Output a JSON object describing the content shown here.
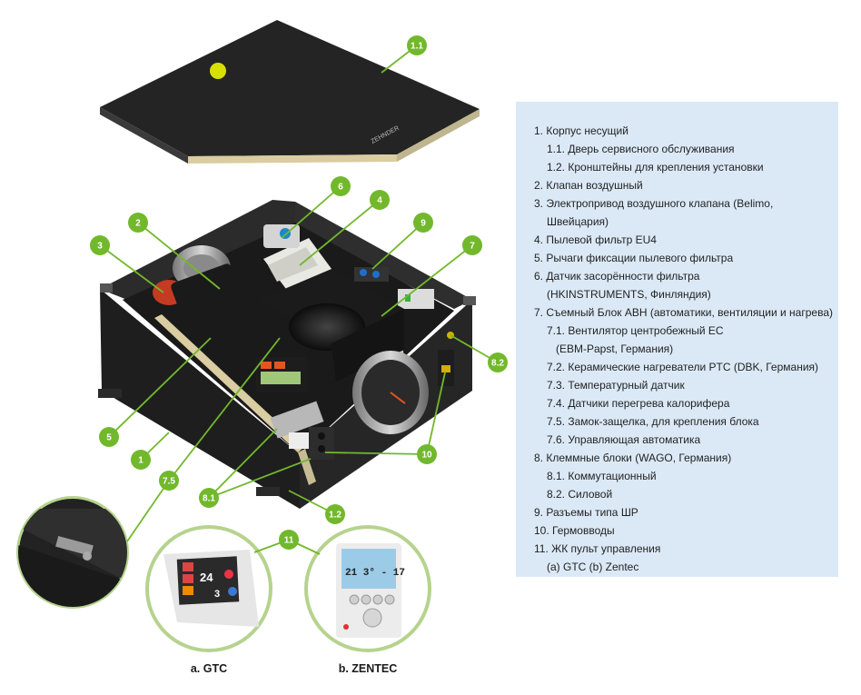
{
  "callouts": [
    {
      "id": "c11a",
      "label": "1.1"
    },
    {
      "id": "c6",
      "label": "6"
    },
    {
      "id": "c4",
      "label": "4"
    },
    {
      "id": "c2",
      "label": "2"
    },
    {
      "id": "c9",
      "label": "9"
    },
    {
      "id": "c3",
      "label": "3"
    },
    {
      "id": "c7",
      "label": "7"
    },
    {
      "id": "c82",
      "label": "8.2"
    },
    {
      "id": "c5",
      "label": "5"
    },
    {
      "id": "c1",
      "label": "1"
    },
    {
      "id": "c10",
      "label": "10"
    },
    {
      "id": "c75",
      "label": "7.5"
    },
    {
      "id": "c81",
      "label": "8.1"
    },
    {
      "id": "c12",
      "label": "1.2"
    },
    {
      "id": "c11",
      "label": "11"
    }
  ],
  "captions": {
    "gtc": "a. GTC",
    "zentec": "b. ZENTEC"
  },
  "screens": {
    "gtc_temp_big": "24",
    "gtc_temp_small": "3",
    "zentec_digits": "21 3° - 17"
  },
  "logo": {
    "lid_brand": "ZEHNDER"
  },
  "legend": [
    {
      "indent": 0,
      "text": "1. Корпус несущий"
    },
    {
      "indent": 1,
      "text": "1.1. Дверь сервисного обслуживания"
    },
    {
      "indent": 1,
      "text": "1.2. Кронштейны для крепления установки"
    },
    {
      "indent": 0,
      "text": "2. Клапан воздушный"
    },
    {
      "indent": 0,
      "text": "3. Электропривод воздушного клапана (Belimo,"
    },
    {
      "indent": 2,
      "text": "Швейцария)"
    },
    {
      "indent": 0,
      "text": "4. Пылевой фильтр EU4"
    },
    {
      "indent": 0,
      "text": "5. Рычаги фиксации пылевого фильтра"
    },
    {
      "indent": 0,
      "text": "6. Датчик засорённости фильтра"
    },
    {
      "indent": 2,
      "text": "(HKINSTRUMENTS, Финляндия)"
    },
    {
      "indent": 0,
      "text": "7. Съемный Блок АВН (автоматики, вентиляции и нагрева)"
    },
    {
      "indent": 1,
      "text": "7.1. Вентилятор центробежный ЕС"
    },
    {
      "indent": 3,
      "text": "(EBM-Papst, Германия)"
    },
    {
      "indent": 1,
      "text": "7.2. Керамические нагреватели PTC (DBK, Германия)"
    },
    {
      "indent": 1,
      "text": "7.3. Температурный датчик"
    },
    {
      "indent": 1,
      "text": "7.4. Датчики перегрева калорифера"
    },
    {
      "indent": 1,
      "text": "7.5. Замок-защелка, для крепления блока"
    },
    {
      "indent": 1,
      "text": "7.6. Управляющая автоматика"
    },
    {
      "indent": 0,
      "text": "8. Клеммные блоки (WAGO, Германия)"
    },
    {
      "indent": 1,
      "text": "8.1. Коммутационный"
    },
    {
      "indent": 1,
      "text": "8.2. Силовой"
    },
    {
      "indent": 0,
      "text": "9. Разъемы типа ШР"
    },
    {
      "indent": 0,
      "text": "10. Гермовводы"
    },
    {
      "indent": 0,
      "text": "11. ЖК пульт управления"
    },
    {
      "indent": 1,
      "text": "(a) GTC (b) Zentec"
    }
  ],
  "colors": {
    "callout_green": "#72b82c",
    "legend_bg": "#dbe9f7",
    "body_dark": "#1d1d1d",
    "insulation": "#d9cda1"
  }
}
